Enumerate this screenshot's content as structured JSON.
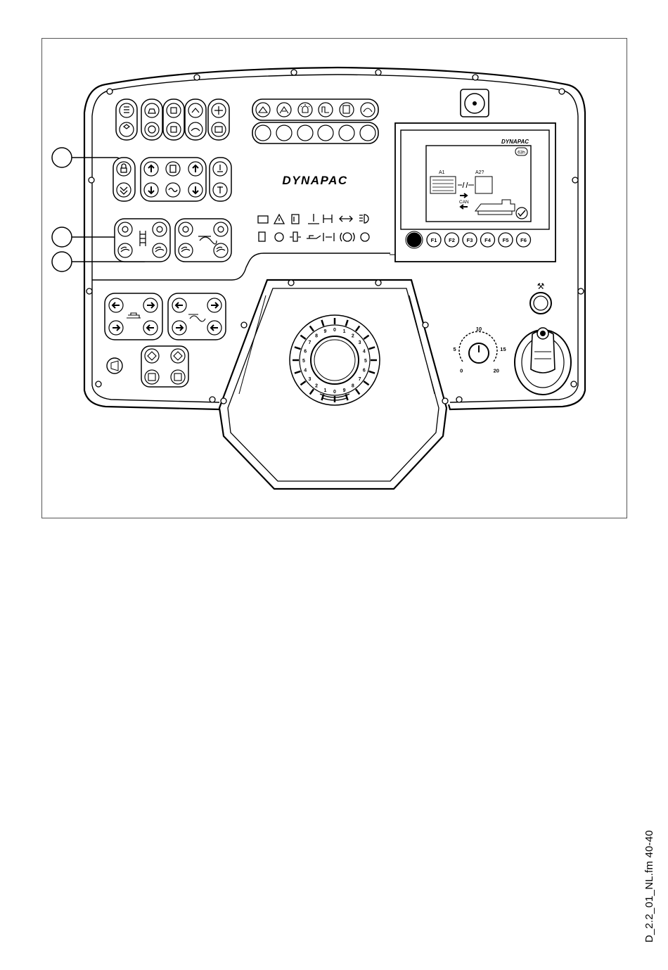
{
  "brand": {
    "main": "DYNAPAC",
    "screen": "DYNAPAC"
  },
  "screen": {
    "labels": {
      "a1": "A1",
      "a2": "A2?",
      "can": "CAN",
      "badge": "63h"
    },
    "function_keys": [
      "F1",
      "F2",
      "F3",
      "F4",
      "F5",
      "F6"
    ]
  },
  "dial_ticks": [
    "0",
    "1",
    "2",
    "3",
    "4",
    "5",
    "6",
    "7",
    "8",
    "9",
    "0",
    "1",
    "2",
    "3",
    "4",
    "5",
    "6",
    "7",
    "8",
    "9"
  ],
  "speed_knob": {
    "ticks": [
      "0",
      "5",
      "10",
      "15",
      "20"
    ]
  },
  "document_reference": "D_2.2_01_NL.fm 40-40",
  "colors": {
    "line": "#000000",
    "background": "#ffffff",
    "frame": "#555555"
  }
}
